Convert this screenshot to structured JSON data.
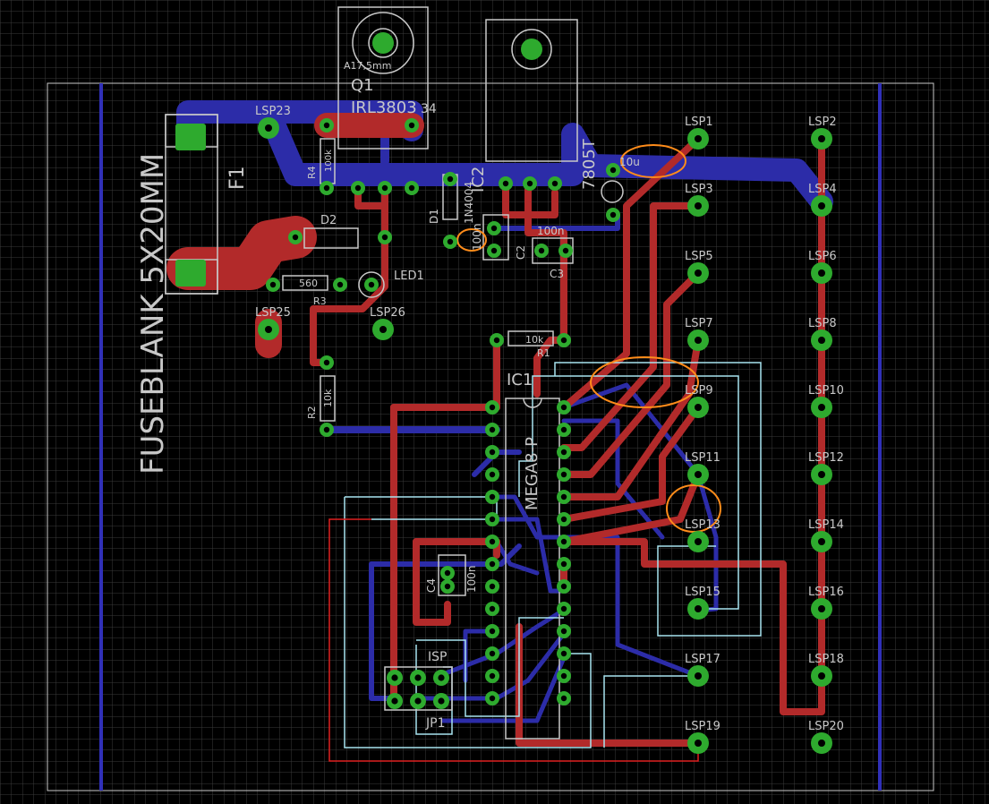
{
  "board": {
    "rotated_text": "FUSEBLANK 5X20MM",
    "f1": "F1",
    "q1_name": "Q1",
    "q1_value": "IRL3803",
    "q1_pkg": "A17,5mm",
    "q1_pin": "34",
    "ic2_name": "IC2",
    "ic2_value": "7805T",
    "ic1_name": "IC1",
    "ic1_value": "MEGA8-P",
    "c2": "C2",
    "c2_val": "100n",
    "c3": "C3",
    "c3_val": "100n",
    "c4": "C4",
    "c4_val": "100n",
    "c1_val": "10u",
    "d1": "D1",
    "d1_val": "1N4004",
    "d2": "D2",
    "led1": "LED1",
    "r1": "R1",
    "r1_val": "10k",
    "r2": "R2",
    "r2_val": "10k",
    "r3": "R3",
    "r3_val": "560",
    "r4": "R4",
    "r4_val": "100k",
    "isp": "ISP",
    "jp1": "JP1"
  },
  "lsp_pads": [
    {
      "name": "LSP1"
    },
    {
      "name": "LSP2"
    },
    {
      "name": "LSP3"
    },
    {
      "name": "LSP4"
    },
    {
      "name": "LSP5"
    },
    {
      "name": "LSP6"
    },
    {
      "name": "LSP7"
    },
    {
      "name": "LSP8"
    },
    {
      "name": "LSP9"
    },
    {
      "name": "LSP10"
    },
    {
      "name": "LSP11"
    },
    {
      "name": "LSP12"
    },
    {
      "name": "LSP13"
    },
    {
      "name": "LSP14"
    },
    {
      "name": "LSP15"
    },
    {
      "name": "LSP16"
    },
    {
      "name": "LSP17"
    },
    {
      "name": "LSP18"
    },
    {
      "name": "LSP19"
    },
    {
      "name": "LSP20"
    },
    {
      "name": "LSP23"
    },
    {
      "name": "LSP25"
    },
    {
      "name": "LSP26"
    }
  ],
  "colors": {
    "background": "#000000",
    "grid": "#3a3a3a",
    "top_copper": "#b22a2a",
    "bottom_copper": "#2c2ca8",
    "pad": "#2eaa2e",
    "silkscreen": "#c8c8c8",
    "airwire": "#a8e4f0",
    "highlight": "#ff8c1a"
  }
}
